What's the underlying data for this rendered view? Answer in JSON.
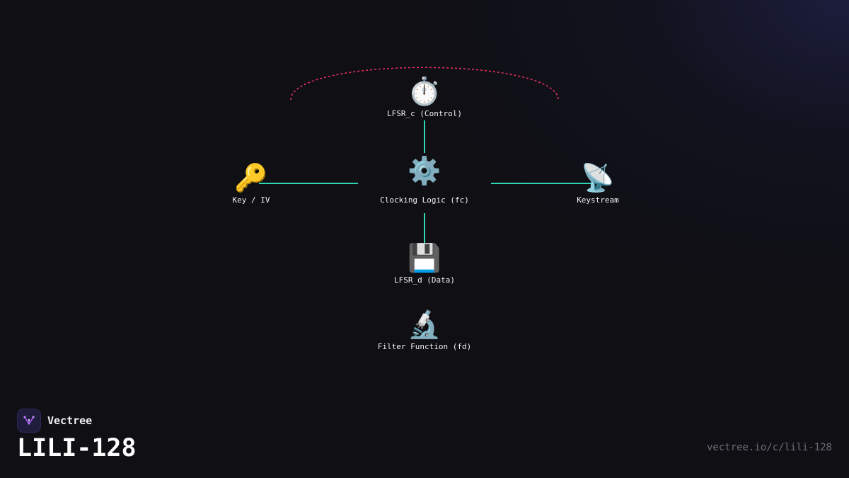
{
  "colors": {
    "background": "#0f0f14",
    "edge": "#2fd6b4",
    "feedback": "#e0305c",
    "label": "#f2f2f2",
    "url": "#6d6d78"
  },
  "nodes": {
    "lfsr_c": {
      "icon": "⏱️",
      "icon_name": "stopwatch-icon",
      "label": "LFSR_c (Control)"
    },
    "key_iv": {
      "icon": "🔑",
      "icon_name": "key-icon",
      "label": "Key / IV"
    },
    "clocking": {
      "icon": "⚙️",
      "icon_name": "gear-icon",
      "label": "Clocking Logic (fc)"
    },
    "keystream": {
      "icon": "📡",
      "icon_name": "satellite-dish-icon",
      "label": "Keystream"
    },
    "lfsr_d": {
      "icon": "💾",
      "icon_name": "floppy-disk-icon",
      "label": "LFSR_d (Data)"
    },
    "filter": {
      "icon": "🔬",
      "icon_name": "microscope-icon",
      "label": "Filter Function (fd)"
    }
  },
  "edges": [
    {
      "from": "lfsr_c",
      "to": "clocking",
      "style": "solid"
    },
    {
      "from": "key_iv",
      "to": "clocking",
      "style": "solid"
    },
    {
      "from": "clocking",
      "to": "keystream",
      "style": "solid"
    },
    {
      "from": "clocking",
      "to": "lfsr_d",
      "style": "solid"
    },
    {
      "from": "key_iv",
      "to": "keystream",
      "style": "dotted-arc"
    }
  ],
  "brand": {
    "name": "Vectree",
    "logo_icon": "vectree-logo-icon"
  },
  "title": "LILI-128",
  "source_url": "vectree.io/c/lili-128"
}
